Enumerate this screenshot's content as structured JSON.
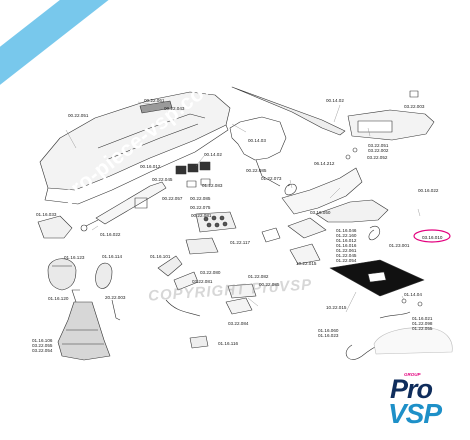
{
  "banner": {
    "url": "pro-piece-vsp.com"
  },
  "watermark": {
    "text": "COPYRIGHT ProVSP"
  },
  "logo": {
    "group": "GROUP",
    "pro": "Pro",
    "vsp": "VSP"
  },
  "colors": {
    "highlight": "#e3007e",
    "banner": "#6cc3ea",
    "logo_dark": "#0f2d5c",
    "logo_light": "#1e90c8"
  },
  "parts": [
    "00.22.051",
    "00.22.061",
    "00.22.043",
    "00.14.02",
    "03.22.003",
    "00.14.03",
    "00.14.02",
    "03.22.051",
    "03.22.002",
    "03.22.052",
    "06.14.212",
    "00.22.085",
    "01.22.073",
    "00.16.012",
    "00.22.045",
    "01.22.083",
    "00.22.085",
    "00.22.075",
    "00.22.081",
    "00.22.057",
    "03.16.050",
    "00.16.022",
    "01.16.033",
    "01.16.022",
    "01.22.117",
    "01.16.046",
    "01.22.160",
    "01.16.012",
    "01.16.016",
    "01.22.061",
    "01.22.045",
    "01.22.054",
    "01.23.001",
    "03.16.010",
    "10.22.015",
    "01.16.123",
    "01.16.114",
    "01.16.101",
    "03.22.080",
    "03.22.081",
    "01.22.082",
    "00.22.085",
    "01.16.120",
    "20.22.003",
    "03.22.084",
    "10.22.015",
    "01.14.04",
    "01.16.021",
    "01.22.098",
    "01.22.055",
    "01.16.106",
    "03.22.055",
    "03.22.054",
    "01.16.116",
    "01.16.060",
    "01.16.023"
  ]
}
